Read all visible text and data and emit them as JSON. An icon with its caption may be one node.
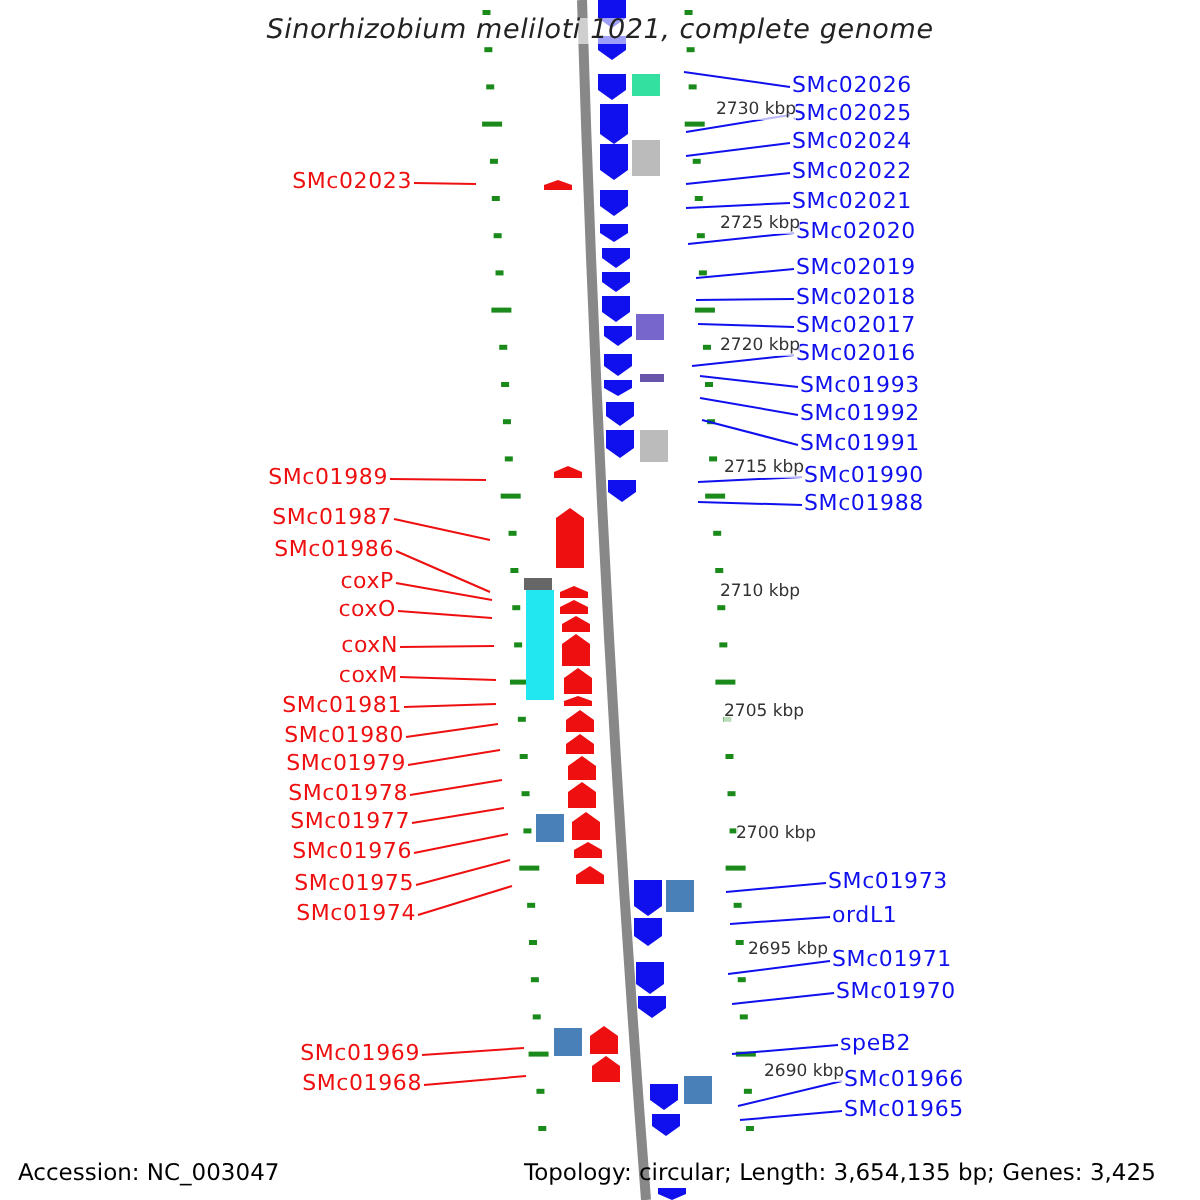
{
  "diagram": {
    "title": "Sinorhizobium meliloti 1021, complete genome",
    "nodes": [
      {
        "text": [
          "SMc02023"
        ]
      },
      {
        "text": [
          "SMc01989"
        ]
      },
      {
        "text": [
          "SMc01987"
        ]
      },
      {
        "text": [
          "SMc01986"
        ]
      },
      {
        "text": [
          "coxP"
        ]
      },
      {
        "text": [
          "coxO"
        ]
      },
      {
        "text": [
          "coxN"
        ]
      },
      {
        "text": [
          "coxM"
        ]
      },
      {
        "text": [
          "SMc01981"
        ]
      },
      {
        "text": [
          "SMc01980"
        ]
      },
      {
        "text": [
          "SMc01979"
        ]
      },
      {
        "text": [
          "SMc01978"
        ]
      },
      {
        "text": [
          "SMc01977"
        ]
      },
      {
        "text": [
          "SMc01976"
        ]
      },
      {
        "text": [
          "SMc01975"
        ]
      },
      {
        "text": [
          "SMc01974"
        ]
      },
      {
        "text": [
          "SMc01969"
        ]
      },
      {
        "text": [
          "SMc01968"
        ]
      },
      {
        "text": [
          "SMc02026"
        ]
      },
      {
        "text": [
          "SMc02025"
        ]
      },
      {
        "text": [
          "SMc02024"
        ]
      },
      {
        "text": [
          "SMc02022"
        ]
      },
      {
        "text": [
          "SMc02021"
        ]
      },
      {
        "text": [
          "SMc02020"
        ]
      },
      {
        "text": [
          "SMc02019"
        ]
      },
      {
        "text": [
          "SMc02018"
        ]
      },
      {
        "text": [
          "SMc02017"
        ]
      },
      {
        "text": [
          "SMc02016"
        ]
      },
      {
        "text": [
          "SMc01993"
        ]
      },
      {
        "text": [
          "SMc01992"
        ]
      },
      {
        "text": [
          "SMc01991"
        ]
      },
      {
        "text": [
          "SMc01990"
        ]
      },
      {
        "text": [
          "SMc01988"
        ]
      },
      {
        "text": [
          "SMc01973"
        ]
      },
      {
        "text": [
          "ordL1"
        ]
      },
      {
        "text": [
          "SMc01971"
        ]
      },
      {
        "text": [
          "SMc01970"
        ]
      },
      {
        "text": [
          "speB2"
        ]
      },
      {
        "text": [
          "SMc01966"
        ]
      },
      {
        "text": [
          "SMc01965"
        ]
      }
    ],
    "edges": [
      {
        "from": 0,
        "to": null,
        "arrow": "none",
        "color": "#ee1010"
      },
      {
        "from": 1,
        "to": null,
        "arrow": "none",
        "color": "#ee1010"
      },
      {
        "from": 2,
        "to": null,
        "arrow": "none",
        "color": "#ee1010"
      },
      {
        "from": 3,
        "to": null,
        "arrow": "none",
        "color": "#ee1010"
      },
      {
        "from": 4,
        "to": null,
        "arrow": "none",
        "color": "#ee1010"
      },
      {
        "from": 5,
        "to": null,
        "arrow": "none",
        "color": "#ee1010"
      },
      {
        "from": 6,
        "to": null,
        "arrow": "none",
        "color": "#ee1010"
      },
      {
        "from": 7,
        "to": null,
        "arrow": "none",
        "color": "#ee1010"
      },
      {
        "from": 8,
        "to": null,
        "arrow": "none",
        "color": "#ee1010"
      },
      {
        "from": 9,
        "to": null,
        "arrow": "none",
        "color": "#ee1010"
      },
      {
        "from": 10,
        "to": null,
        "arrow": "none",
        "color": "#ee1010"
      },
      {
        "from": 11,
        "to": null,
        "arrow": "none",
        "color": "#ee1010"
      },
      {
        "from": 12,
        "to": null,
        "arrow": "none",
        "color": "#ee1010"
      },
      {
        "from": 13,
        "to": null,
        "arrow": "none",
        "color": "#ee1010"
      },
      {
        "from": 14,
        "to": null,
        "arrow": "none",
        "color": "#ee1010"
      },
      {
        "from": 15,
        "to": null,
        "arrow": "none",
        "color": "#ee1010"
      },
      {
        "from": 16,
        "to": null,
        "arrow": "none",
        "color": "#ee1010"
      },
      {
        "from": 17,
        "to": null,
        "arrow": "none",
        "color": "#ee1010"
      },
      {
        "from": 18,
        "to": null,
        "arrow": "none"
      },
      {
        "from": 19,
        "to": null,
        "arrow": "none"
      },
      {
        "from": 20,
        "to": null,
        "arrow": "none"
      },
      {
        "from": 21,
        "to": null,
        "arrow": "none"
      },
      {
        "from": 22,
        "to": null,
        "arrow": "none"
      },
      {
        "from": 23,
        "to": null,
        "arrow": "none"
      },
      {
        "from": 24,
        "to": null,
        "arrow": "none"
      },
      {
        "from": 25,
        "to": null,
        "arrow": "none"
      },
      {
        "from": 26,
        "to": null,
        "arrow": "none"
      },
      {
        "from": 27,
        "to": null,
        "arrow": "none"
      },
      {
        "from": 28,
        "to": null,
        "arrow": "none"
      },
      {
        "from": 29,
        "to": null,
        "arrow": "none"
      },
      {
        "from": 30,
        "to": null,
        "arrow": "none"
      },
      {
        "from": 31,
        "to": null,
        "arrow": "none"
      },
      {
        "from": 32,
        "to": null,
        "arrow": "none"
      },
      {
        "from": 33,
        "to": null,
        "arrow": "none"
      },
      {
        "from": 34,
        "to": null,
        "arrow": "none"
      },
      {
        "from": 35,
        "to": null,
        "arrow": "none"
      },
      {
        "from": 36,
        "to": null,
        "arrow": "none"
      },
      {
        "from": 37,
        "to": null,
        "arrow": "none"
      },
      {
        "from": 38,
        "to": null,
        "arrow": "none"
      },
      {
        "from": 39,
        "to": null,
        "arrow": "none"
      }
    ],
    "labels": [
      "2730 kbp",
      "2725 kbp",
      "2720 kbp",
      "2715 kbp",
      "2710 kbp",
      "2705 kbp",
      "2700 kbp",
      "2695 kbp",
      "2690 kbp",
      "Accession: NC_003047",
      "Topology: circular; Length: 3,654,135 bp; Genes: 3,425"
    ]
  }
}
